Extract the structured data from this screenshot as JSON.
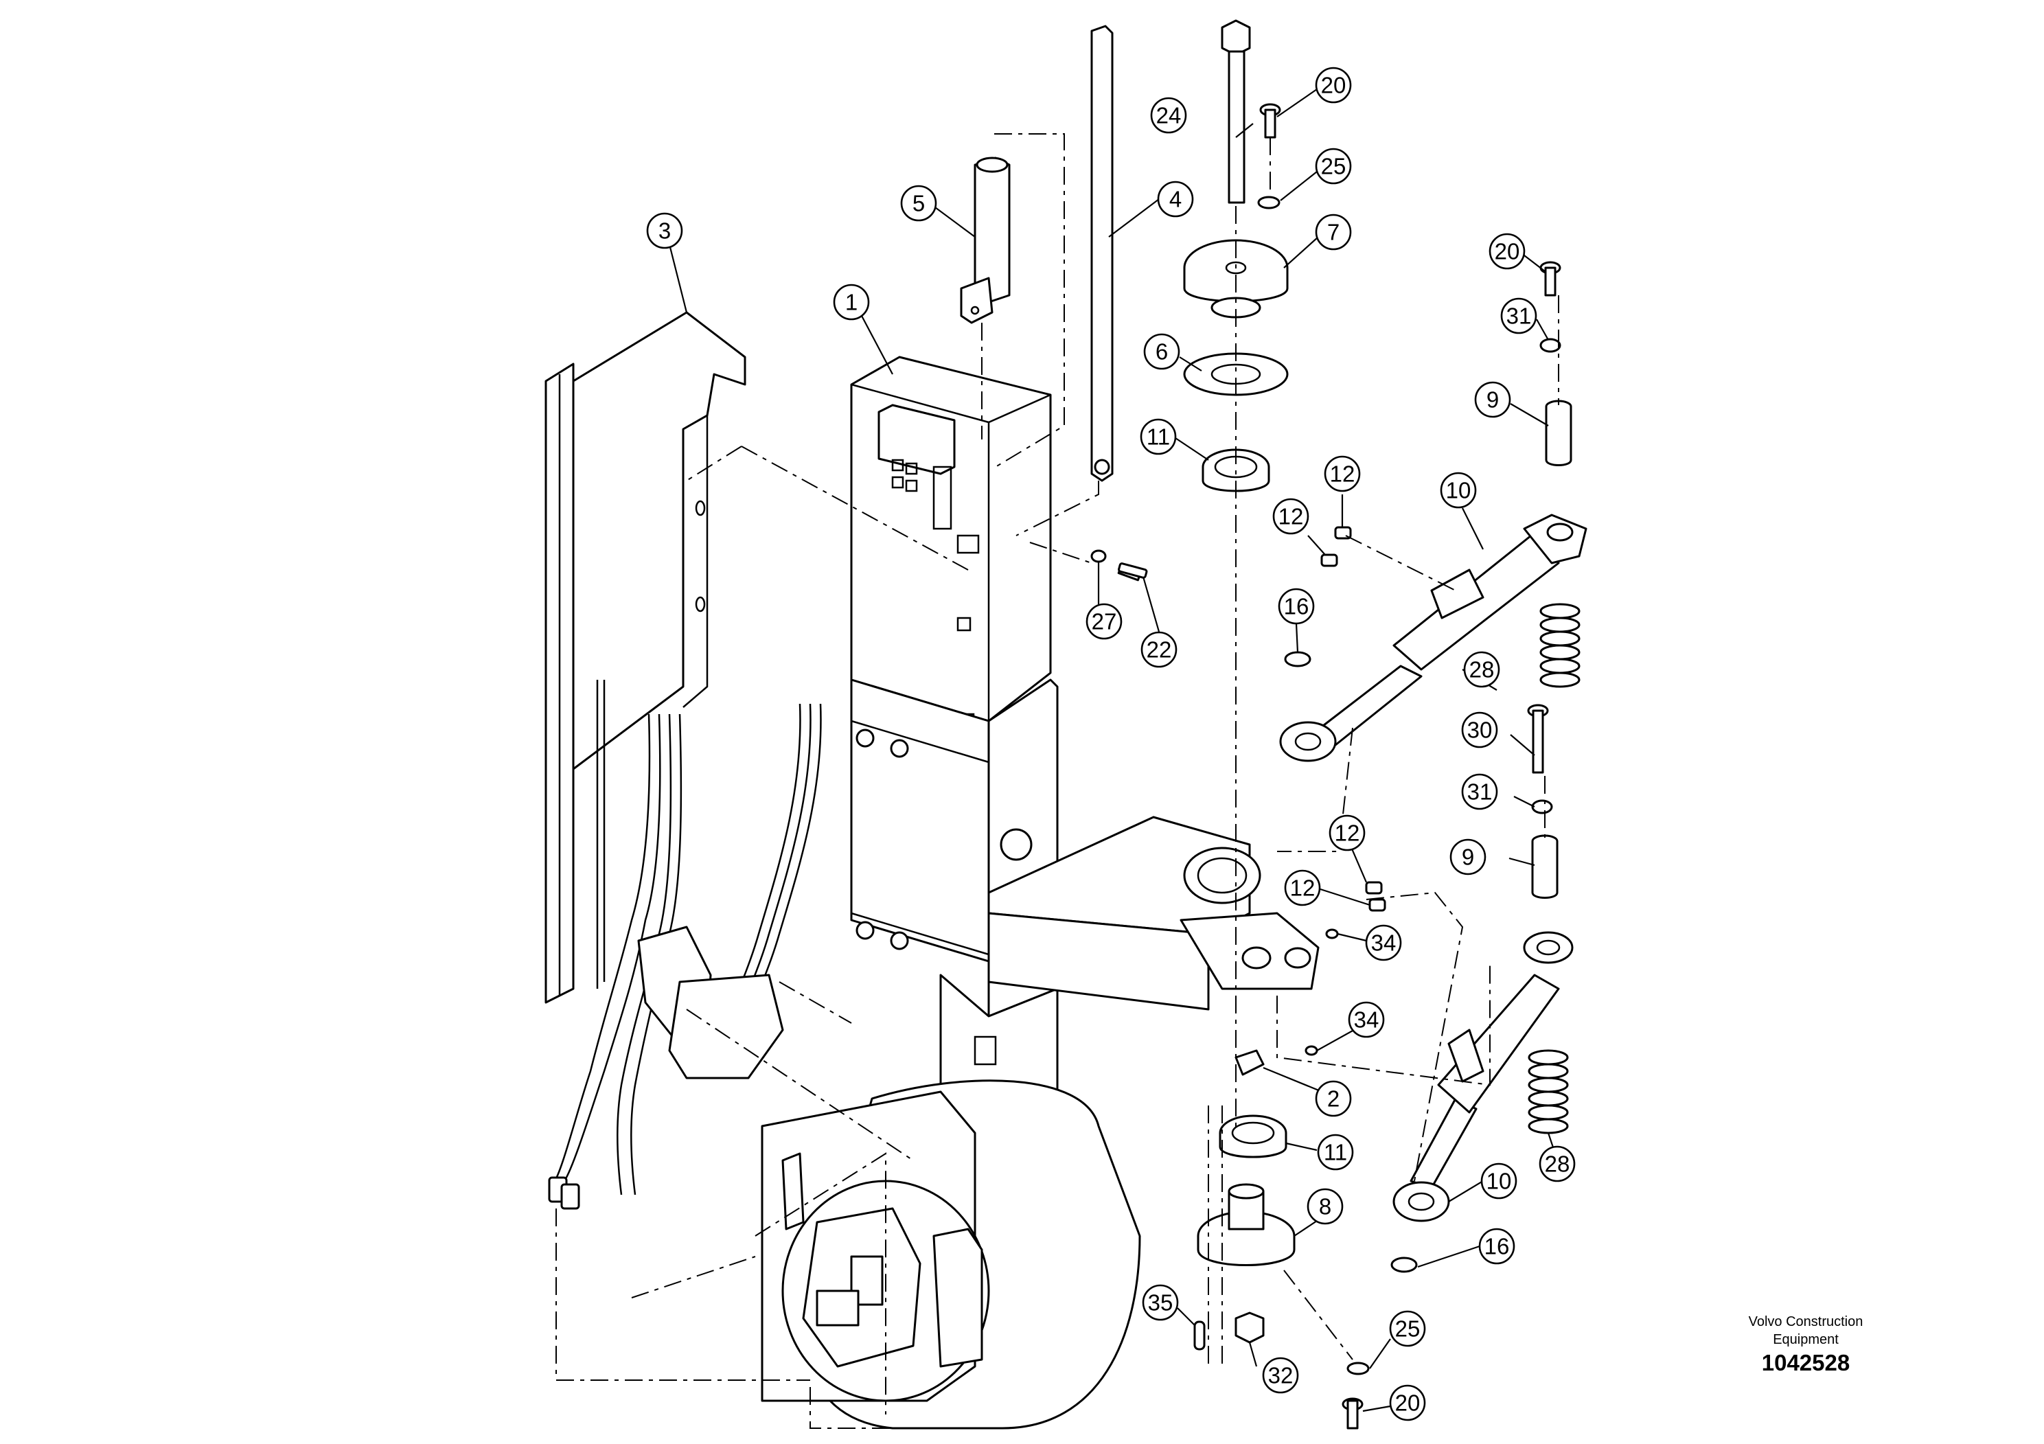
{
  "caption": {
    "company_line1": "Volvo Construction",
    "company_line2": "Equipment",
    "drawing_number": "1042528"
  },
  "callouts": {
    "p1": "1",
    "p2": "2",
    "p3": "3",
    "p4": "4",
    "p5": "5",
    "p6": "6",
    "p7": "7",
    "p8": "8",
    "p9a": "9",
    "p9b": "9",
    "p10a": "10",
    "p10b": "10",
    "p11a": "11",
    "p11b": "11",
    "p12a": "12",
    "p12b": "12",
    "p12c": "12",
    "p12d": "12",
    "p16a": "16",
    "p16b": "16",
    "p20a": "20",
    "p20b": "20",
    "p20c": "20",
    "p22": "22",
    "p24": "24",
    "p25a": "25",
    "p25b": "25",
    "p27": "27",
    "p28a": "28",
    "p28b": "28",
    "p30": "30",
    "p31a": "31",
    "p31b": "31",
    "p32": "32",
    "p34a": "34",
    "p34b": "34",
    "p35": "35"
  }
}
